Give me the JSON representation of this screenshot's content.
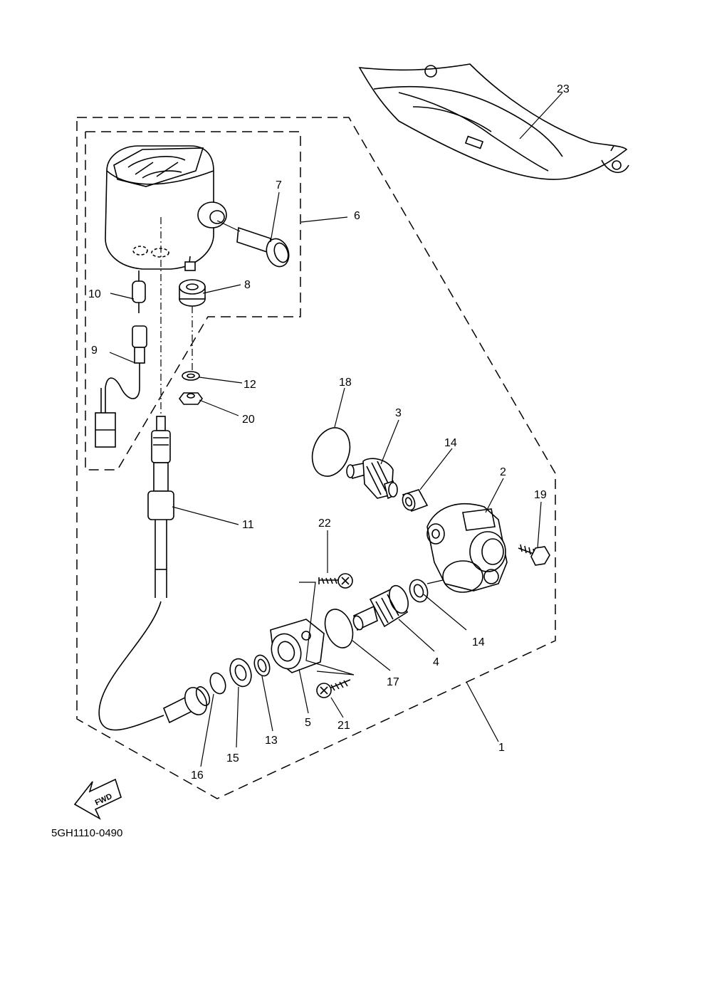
{
  "diagram": {
    "reference_code": "5GH1110-0490",
    "fwd_arrow_text": "FWD",
    "part_labels": {
      "p1": "1",
      "p2": "2",
      "p3": "3",
      "p4": "4",
      "p5": "5",
      "p6": "6",
      "p7": "7",
      "p8": "8",
      "p9": "9",
      "p10": "10",
      "p11": "11",
      "p12": "12",
      "p13": "13",
      "p14a": "14",
      "p14b": "14",
      "p15": "15",
      "p16": "16",
      "p17": "17",
      "p18": "18",
      "p19": "19",
      "p20": "20",
      "p21": "21",
      "p22": "22",
      "p23": "23"
    }
  }
}
